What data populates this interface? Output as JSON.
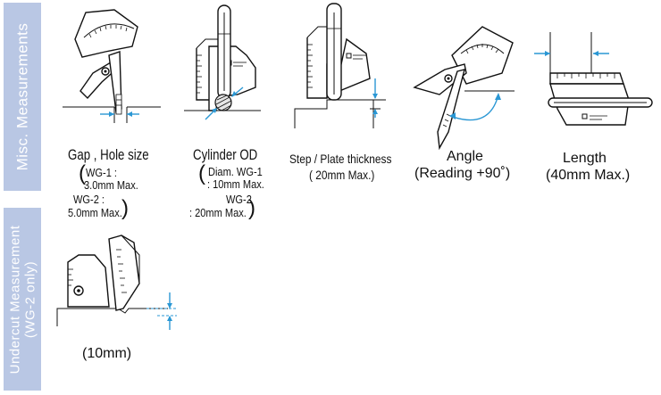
{
  "sections": {
    "misc": "Misc. Measurements",
    "undercut": "Undercut Measurement\n(WG-2 only)"
  },
  "items": {
    "gap": {
      "title": "Gap , Hole size",
      "l1": "WG-1 :",
      "l2": "3.0mm Max.",
      "l3": "WG-2 :",
      "l4": "5.0mm Max."
    },
    "cyl": {
      "title": "Cylinder OD",
      "l1": "Diam. WG-1",
      "l2": ": 10mm Max.",
      "l3": "WG-2",
      "l4": ": 20mm Max."
    },
    "step": {
      "title": "Step / Plate thickness",
      "l1": "( 20mm Max.)"
    },
    "angle": {
      "title": "Angle",
      "l1": "(Reading +90˚)"
    },
    "length": {
      "title": "Length",
      "l1": "(40mm Max.)"
    },
    "undercut": {
      "l1": "(10mm)"
    }
  },
  "colors": {
    "sidebar": "#b9c7e4",
    "arrow": "#2a97d4"
  }
}
